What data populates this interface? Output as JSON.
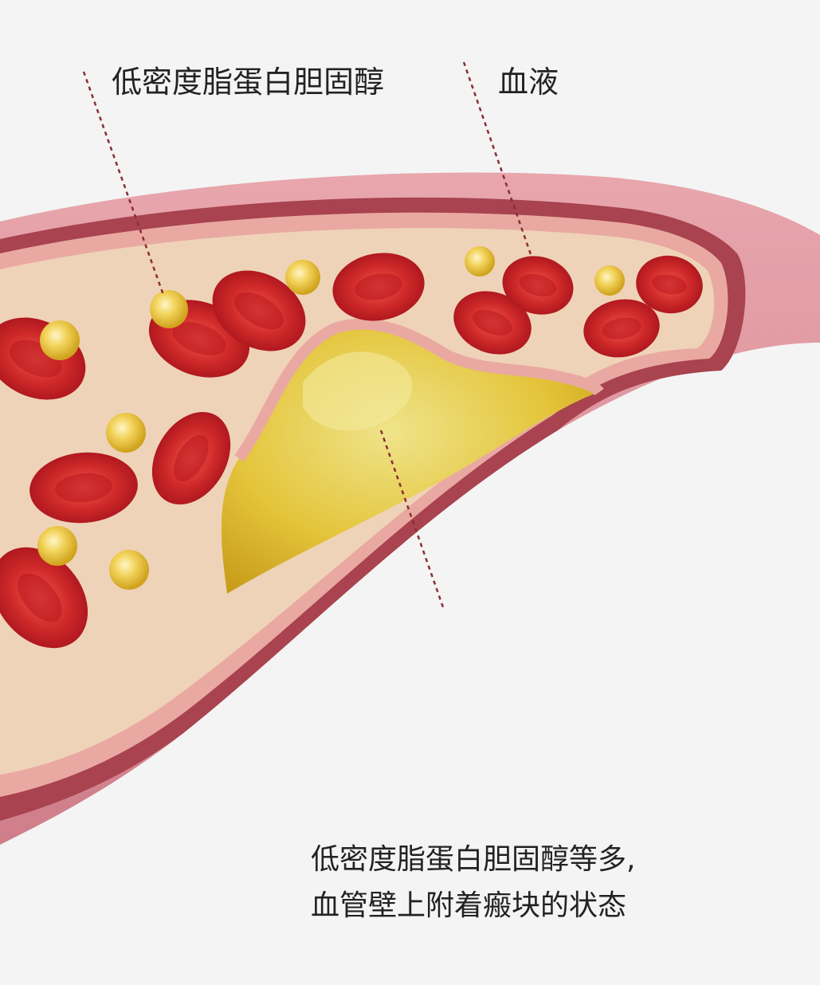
{
  "labels": {
    "ldl": "低密度脂蛋白胆固醇",
    "blood": "血液"
  },
  "caption": {
    "line1": "低密度脂蛋白胆固醇等多,",
    "line2": "血管壁上附着瘢块的状态"
  },
  "colors": {
    "background": "#f4f4f4",
    "vessel_outer": "#d98b96",
    "vessel_wall": "#a8434f",
    "vessel_inner_band": "#e7a4a0",
    "blood_plasma": "#efd3b8",
    "red_cell": "#c0161f",
    "red_cell_center": "#e33a3a",
    "ldl_particle": "#e9c13a",
    "plaque": "#e0bd2c",
    "leader_line": "#8a2e33"
  }
}
